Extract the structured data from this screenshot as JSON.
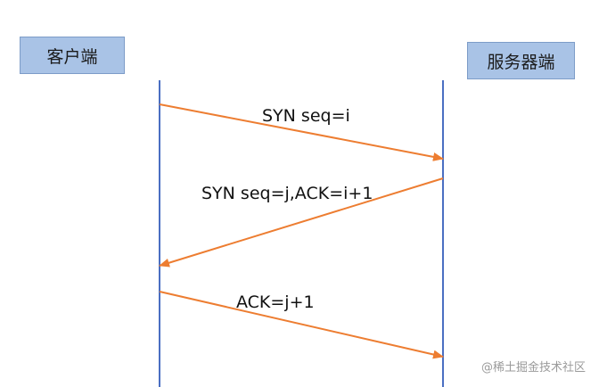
{
  "diagram": {
    "participants": {
      "client": "客户端",
      "server": "服务器端"
    },
    "messages": [
      {
        "from": "client",
        "to": "server",
        "label": "SYN seq=i"
      },
      {
        "from": "server",
        "to": "client",
        "label": "SYN seq=j,ACK=i+1"
      },
      {
        "from": "client",
        "to": "server",
        "label": "ACK=j+1"
      }
    ],
    "colors": {
      "lifeline": "#4a6fc2",
      "arrow": "#ed7d31",
      "participant_box": "#a9c3e6"
    }
  },
  "watermark": "@稀土掘金技术社区"
}
